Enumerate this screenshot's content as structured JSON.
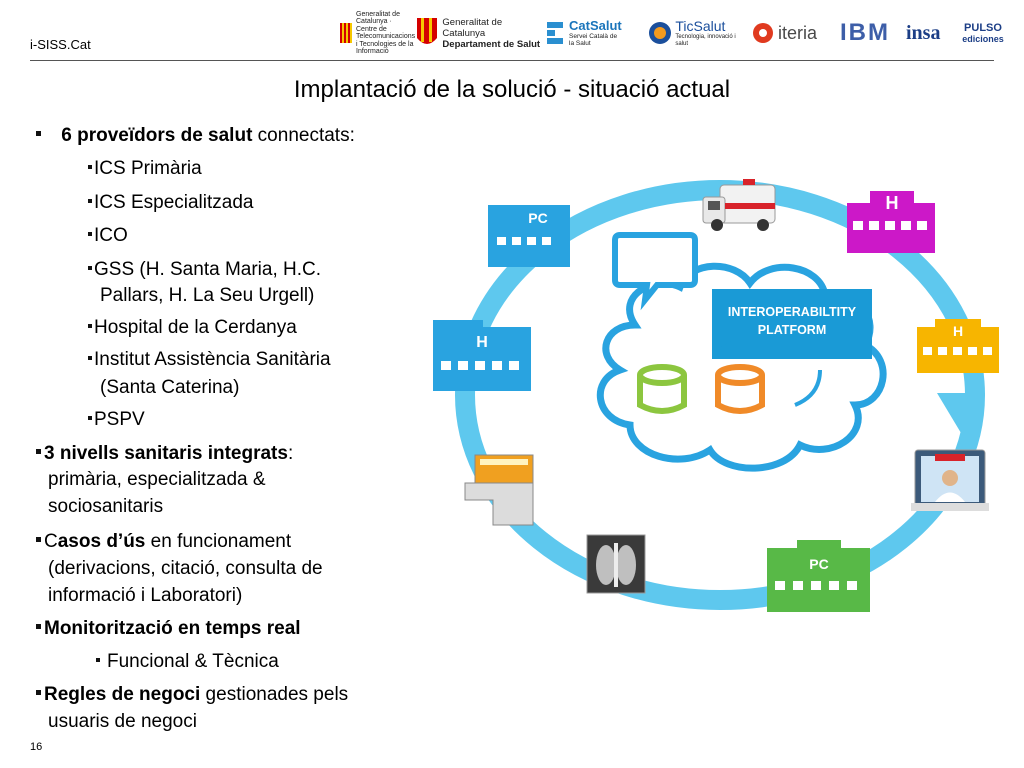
{
  "header": {
    "label": "i-SISS.Cat",
    "logos": [
      {
        "name": "generalitat-ctti-logo",
        "text": "Generalitat de Catalunya · Centre de Telecomunicacions i Tecnologies de la Informació"
      },
      {
        "name": "generalitat-salut-logo",
        "line1": "Generalitat de Catalunya",
        "line2": "Departament de Salut"
      },
      {
        "name": "catsalut-logo",
        "main": "CatSalut",
        "sub": "Servei Català de la Salut"
      },
      {
        "name": "ticsalut-logo",
        "main": "TicSalut",
        "sub": "Tecnologia, innovació i salut"
      },
      {
        "name": "iteria-logo",
        "main": "iteria"
      },
      {
        "name": "ibm-logo",
        "main": "IBM"
      },
      {
        "name": "insa-logo",
        "main": "insa"
      },
      {
        "name": "pulso-logo",
        "main": "PULSO",
        "sub": "ediciones"
      }
    ]
  },
  "title": "Implantació de la solució - situació actual",
  "bullets": {
    "b1_bold": "6 proveïdors de salut",
    "b1_rest": " connectats:",
    "sub1": "ICS Primària",
    "sub2": "ICS Especialitzada",
    "sub3": "ICO",
    "sub4a": "GSS (H. Santa Maria, H.C.",
    "sub4b": "Pallars, H. La Seu Urgell)",
    "sub5": "Hospital de la Cerdanya",
    "sub6a": "Institut Assistència Sanitària",
    "sub6b": "(Santa Caterina)",
    "sub7": "PSPV",
    "b2_bold": "3 nivells sanitaris integrats",
    "b2_rest": ":",
    "b2_l2": "primària, especialitzada &",
    "b2_l3": "sociosanitaris",
    "b3_c": "C",
    "b3_bold": "asos d’ús",
    "b3_rest": " en funcionament",
    "b3_l2": "(derivacions, citació, consulta de",
    "b3_l3": "informació i Laboratori)",
    "b4_bold": "Monitorització en temps real",
    "b4_sub": "Funcional & Tècnica",
    "b5_bold": "Regles de negoci",
    "b5_rest": " gestionades pels",
    "b5_l2": "usuaris de negoci"
  },
  "page_number": "16",
  "diagram": {
    "platform_label_1": "INTEROPERABILTITY",
    "platform_label_2": "PLATFORM",
    "pc_label": "PC",
    "h_label": "H",
    "colors": {
      "ring": "#5ec8ee",
      "blue": "#29a3e0",
      "magenta": "#cc18c8",
      "yellow": "#f7b500",
      "green": "#58b947",
      "db_green": "#8cc63f",
      "db_orange": "#f08a28",
      "platform": "#1a9ad6"
    }
  }
}
